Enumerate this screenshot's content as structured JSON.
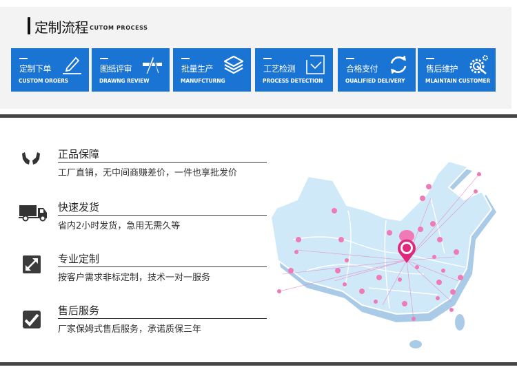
{
  "process": {
    "title_cn": "定制流程",
    "title_en": "CUTOM  PROCESS",
    "card_color": "#1a74d4",
    "steps": [
      {
        "cn": "定制下单",
        "en": "CUSTOM  OROERS",
        "icon": "pencil-icon"
      },
      {
        "cn": "图纸评审",
        "en": "DRAWNG REVIEW",
        "icon": "compass-ruler-icon"
      },
      {
        "cn": "批量生产",
        "en": "MANUFCTURNG",
        "icon": "layers-icon"
      },
      {
        "cn": "工艺检测",
        "en": "PROCESS DETECTION",
        "icon": "checkbox-icon"
      },
      {
        "cn": "合格支付",
        "en": "OUALIFIED DELIVERY",
        "icon": "refresh-icon"
      },
      {
        "cn": "售后维护",
        "en": "MLAINTAIN CUSTOMER",
        "icon": "gear-wrench-icon"
      }
    ]
  },
  "features": [
    {
      "title": "正品保障",
      "desc": "工厂直销，无中间商赚差价，一件也享批发价",
      "icon": "hands-icon"
    },
    {
      "title": "快速发货",
      "desc": "省内2小时发货，急用无需久等",
      "icon": "truck-icon"
    },
    {
      "title": "专业定制",
      "desc": "按客户需求非标定制，技术一对一服务",
      "icon": "resize-arrow-icon"
    },
    {
      "title": "售后服务",
      "desc": "厂家保姆式售后服务，承诺质保三年",
      "icon": "checkmark-icon"
    }
  ],
  "map": {
    "label": "china-distribution-map",
    "land_color": "#cfe9f8",
    "shadow_color": "#a9cbe8",
    "marker_color": "#f07ab8"
  }
}
